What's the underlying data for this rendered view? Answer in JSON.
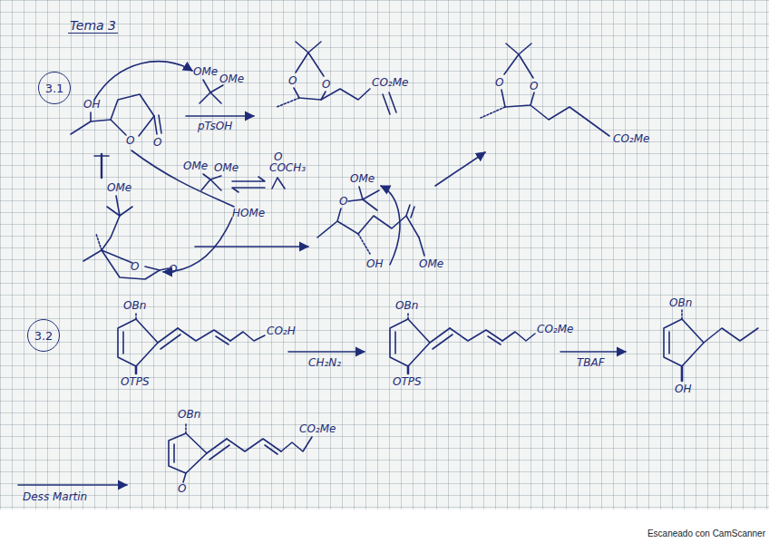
{
  "diagram": {
    "title": "Tema 3",
    "nodes": [
      {
        "text": [
          "3.1"
        ]
      },
      {
        "text": [
          "3.2"
        ]
      }
    ],
    "labels": [
      "OH",
      "O",
      "O",
      "OMe",
      "OMe",
      "pTsOH",
      "O",
      "O",
      "CO₂Me",
      "OMe",
      "OMe",
      "O",
      "COCH₃",
      "HOMe",
      "OMe",
      "O",
      "O",
      "OMe",
      "O",
      "OH",
      "OMe",
      "O",
      "O",
      "CO₂Me",
      "OBn",
      "OTPS",
      "CO₂H",
      "CH₂N₂",
      "OBn",
      "OTPS",
      "CO₂Me",
      "TBAF",
      "OBn",
      "OH",
      "OBn",
      "O",
      "CO₂Me",
      "Dess Martin",
      "Escaneado con CamScanner"
    ]
  }
}
